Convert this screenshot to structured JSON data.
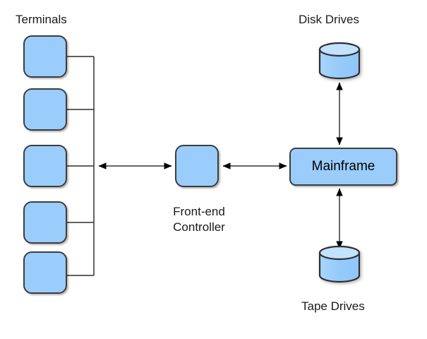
{
  "diagram": {
    "title_terminals": "Terminals",
    "title_disk": "Disk Drives",
    "title_tape": "Tape Drives",
    "label_frontend_line1": "Front-end",
    "label_frontend_line2": "Controller",
    "label_mainframe": "Mainframe",
    "colors": {
      "node_fill": "#9BCDFC",
      "node_stroke": "#3d3d3d",
      "connector": "#555555",
      "arrow": "#000000",
      "text": "#1a1a1a",
      "background": "#ffffff"
    },
    "terminals": [
      {
        "id": "terminal-1"
      },
      {
        "id": "terminal-2"
      },
      {
        "id": "terminal-3"
      },
      {
        "id": "terminal-4"
      },
      {
        "id": "terminal-5"
      }
    ],
    "connections": [
      {
        "from": "terminal-bus",
        "to": "front-end-controller",
        "style": "bidirectional"
      },
      {
        "from": "front-end-controller",
        "to": "mainframe",
        "style": "bidirectional"
      },
      {
        "from": "disk-drives",
        "to": "mainframe",
        "style": "bidirectional"
      },
      {
        "from": "mainframe",
        "to": "tape-drives",
        "style": "bidirectional"
      }
    ]
  }
}
